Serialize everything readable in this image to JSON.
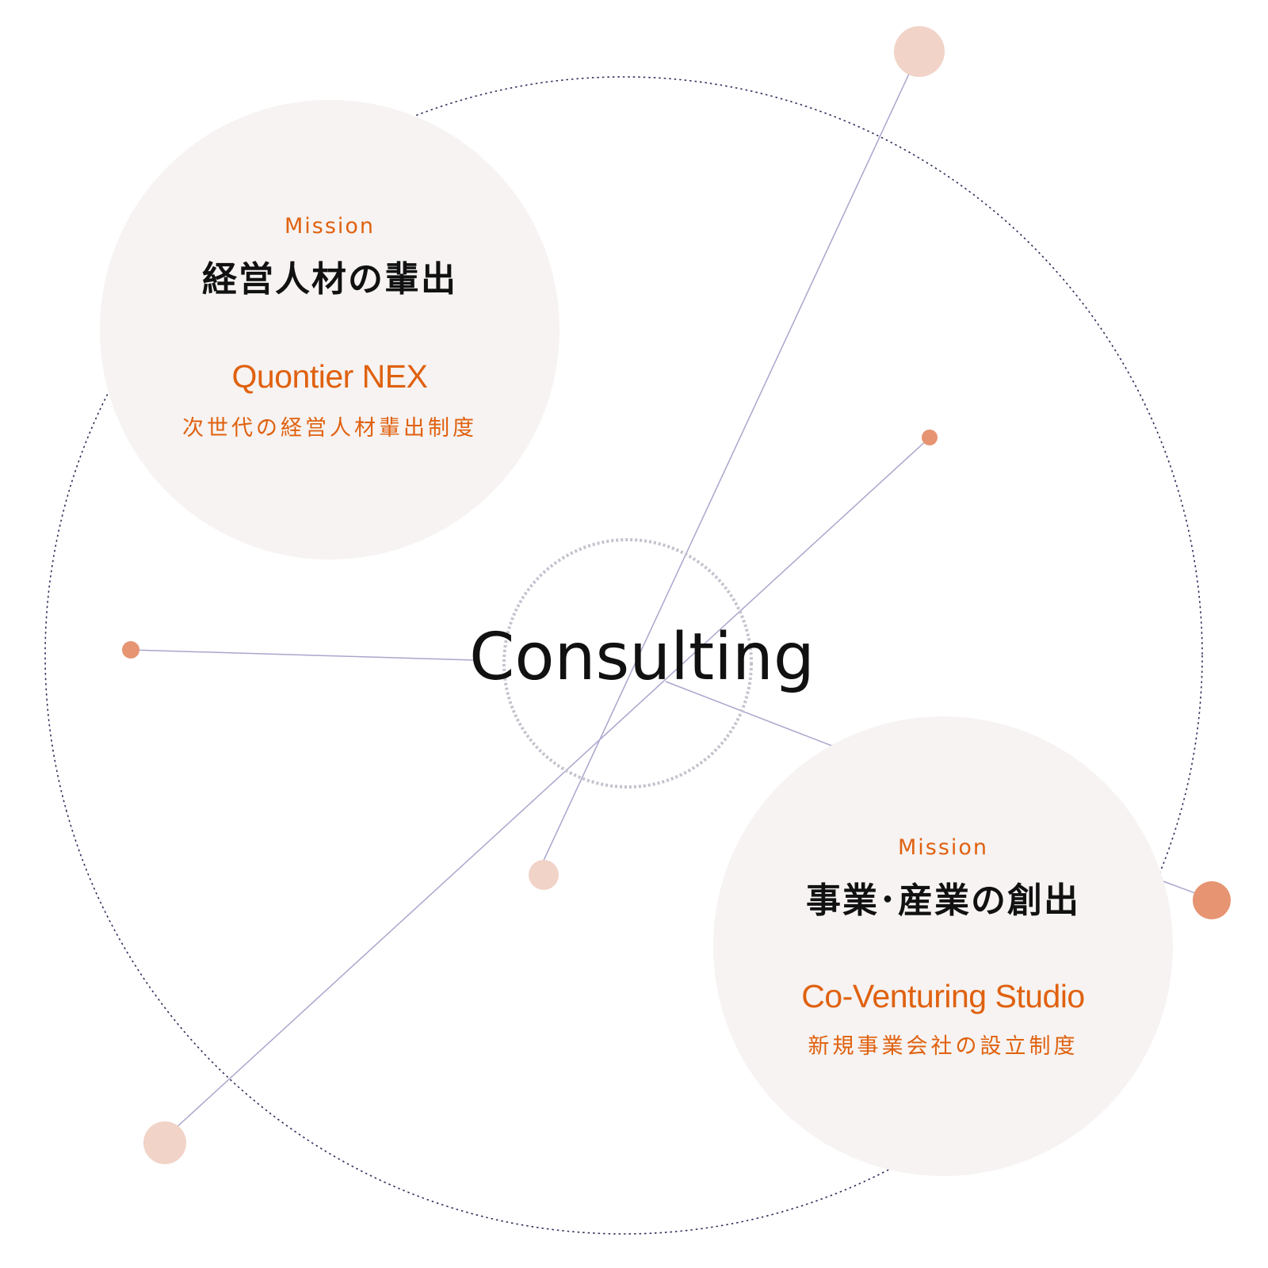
{
  "center": {
    "label": "Consulting"
  },
  "missions": [
    {
      "kicker": "Mission",
      "title": "経営人材の輩出",
      "program": "Quontier NEX",
      "description": "次世代の経営人材輩出制度"
    },
    {
      "kicker": "Mission",
      "title": "事業･産業の創出",
      "program": "Co-Venturing Studio",
      "description": "新規事業会社の設立制度"
    }
  ],
  "colors": {
    "accent": "#e0610f",
    "dot_strong": "#e69472",
    "dot_soft": "#f1d3c7",
    "card_bg": "#f6f3f2",
    "line": "#a9a6cc",
    "orbit": "#2e2d5a",
    "inner_ring": "#c3c3cf",
    "text": "#111111"
  }
}
